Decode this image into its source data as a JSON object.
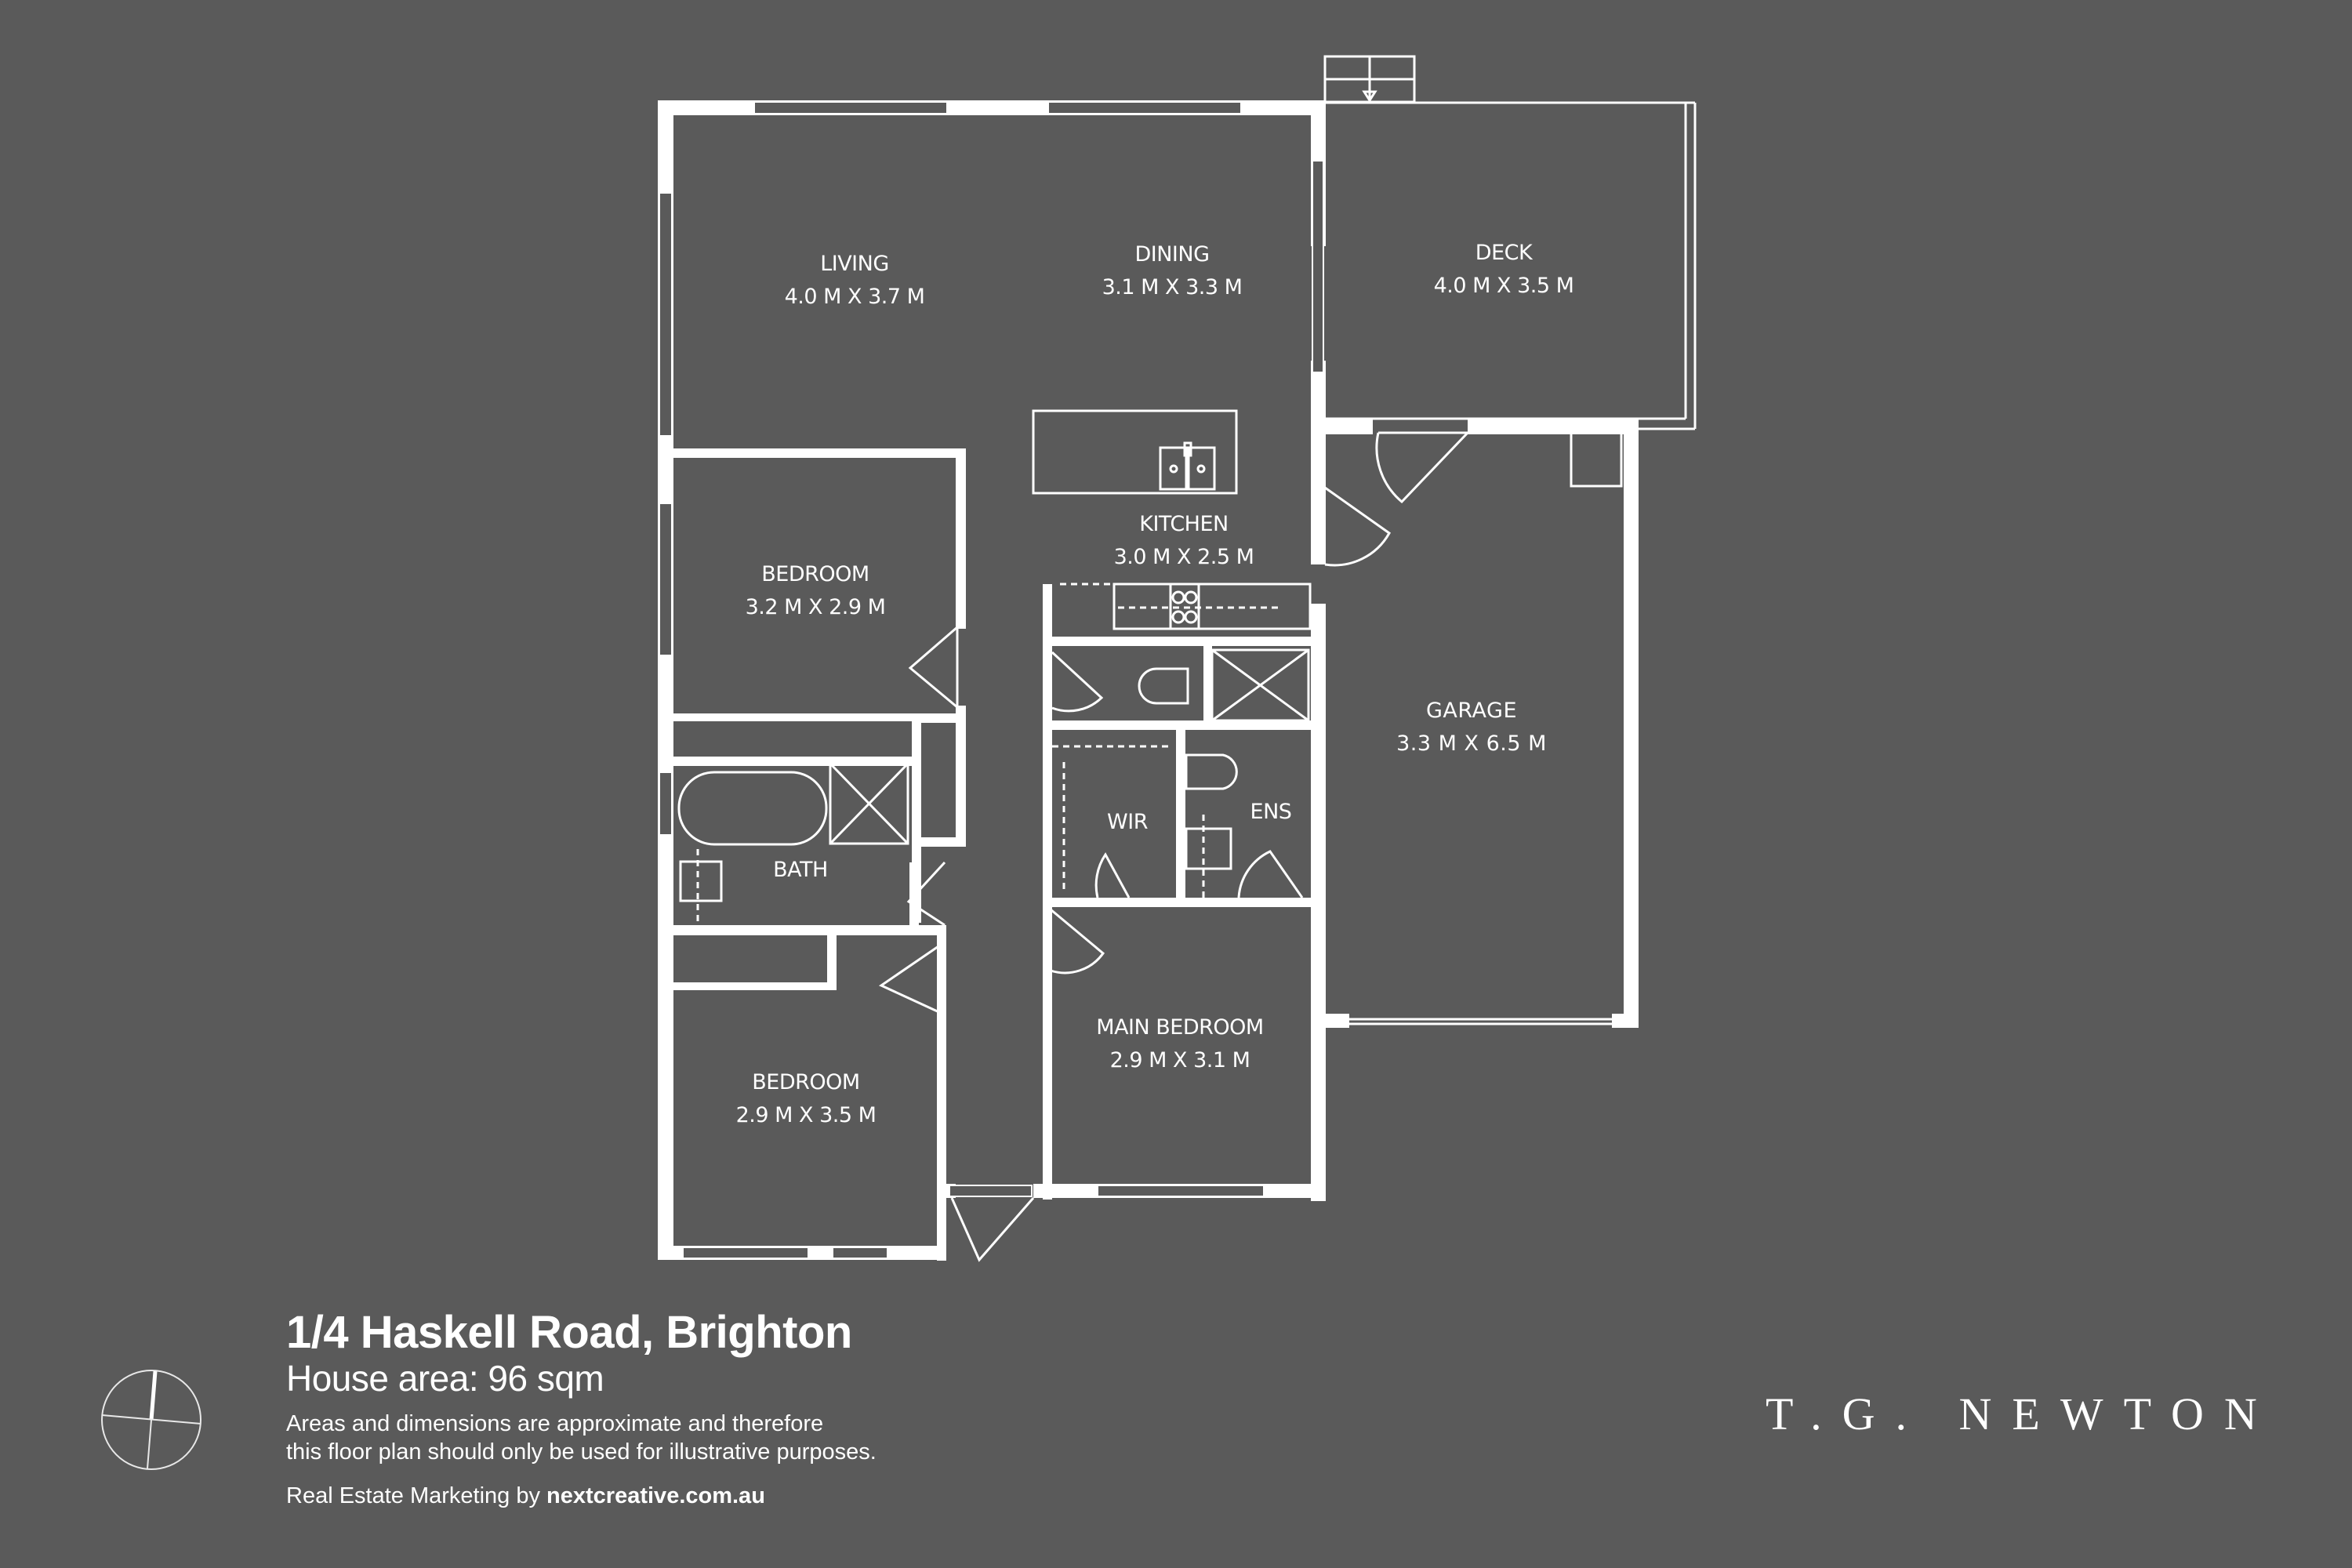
{
  "property": {
    "address": "1/4 Haskell Road, Brighton",
    "house_area": "House area: 96 sqm",
    "disclaimer_line1": "Areas and dimensions are approximate and therefore",
    "disclaimer_line2": "this floor plan should only be used for illustrative purposes.",
    "credit_prefix": "Real Estate Marketing by ",
    "credit_site": "nextcreative.com.au"
  },
  "brand": {
    "logo_text": "T.G. NEWTON"
  },
  "colors": {
    "background": "#5a5a5a",
    "walls": "#ffffff",
    "text": "#ffffff"
  },
  "rooms": [
    {
      "name": "LIVING",
      "dims": "4.0 M X 3.7 M"
    },
    {
      "name": "DINING",
      "dims": "3.1 M X 3.3 M"
    },
    {
      "name": "DECK",
      "dims": "4.0 M X 3.5 M"
    },
    {
      "name": "KITCHEN",
      "dims": "3.0 M X 2.5 M"
    },
    {
      "name": "BEDROOM",
      "dims": "3.2 M X 2.9 M"
    },
    {
      "name": "GARAGE",
      "dims": "3.3 M X 6.5 M"
    },
    {
      "name": "WIR",
      "dims": ""
    },
    {
      "name": "ENS",
      "dims": ""
    },
    {
      "name": "BATH",
      "dims": ""
    },
    {
      "name": "MAIN BEDROOM",
      "dims": "2.9 M X 3.1 M"
    },
    {
      "name": "BEDROOM",
      "dims": "2.9 M X 3.5 M"
    }
  ],
  "icons": {
    "compass": "north-compass-icon"
  }
}
